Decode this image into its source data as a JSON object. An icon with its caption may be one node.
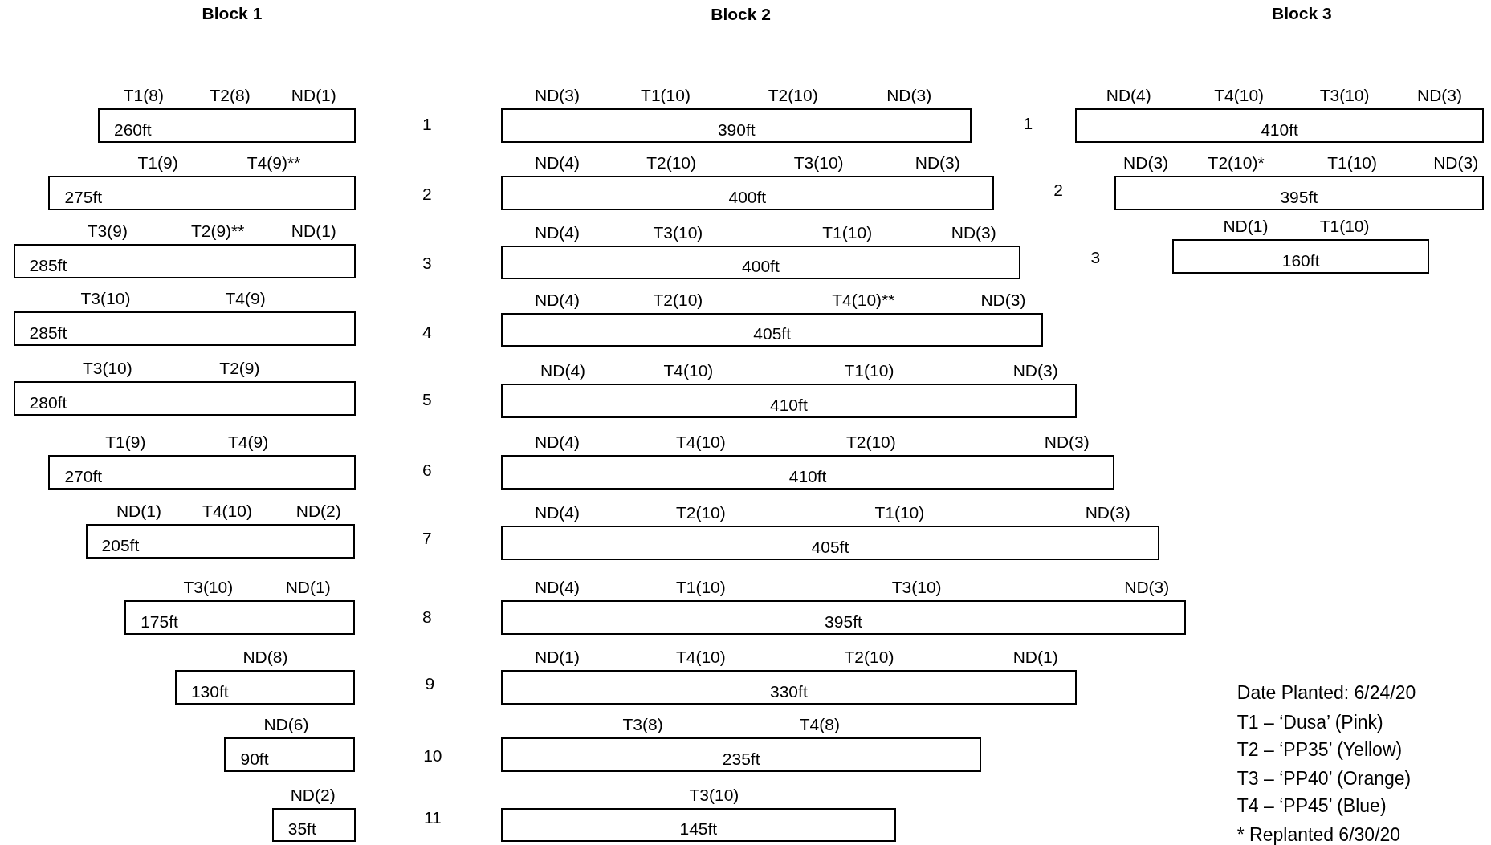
{
  "diagram": {
    "nodes": [
      {
        "text": [
          "260ft"
        ],
        "beside": [
          "T1(8)",
          "T2(8)",
          "ND(1)"
        ]
      },
      {
        "text": [
          "275ft"
        ],
        "beside": [
          "T1(9)",
          "T4(9)**"
        ]
      },
      {
        "text": [
          "285ft"
        ],
        "beside": [
          "T3(9)",
          "T2(9)**",
          "ND(1)"
        ]
      },
      {
        "text": [
          "285ft"
        ],
        "beside": [
          "T3(10)",
          "T4(9)"
        ]
      },
      {
        "text": [
          "280ft"
        ],
        "beside": [
          "T3(10)",
          "T2(9)"
        ]
      },
      {
        "text": [
          "270ft"
        ],
        "beside": [
          "T1(9)",
          "T4(9)"
        ]
      },
      {
        "text": [
          "205ft"
        ],
        "beside": [
          "ND(1)",
          "T4(10)",
          "ND(2)"
        ]
      },
      {
        "text": [
          "175ft"
        ],
        "beside": [
          "T3(10)",
          "ND(1)"
        ]
      },
      {
        "text": [
          "130ft"
        ],
        "beside": [
          "ND(8)"
        ]
      },
      {
        "text": [
          "90ft"
        ],
        "beside": [
          "ND(6)"
        ]
      },
      {
        "text": [
          "35ft"
        ],
        "beside": [
          "ND(2)"
        ]
      },
      {
        "text": [
          "390ft"
        ],
        "beside": [
          "ND(3)",
          "T1(10)",
          "T2(10)",
          "ND(3)"
        ]
      },
      {
        "text": [
          "400ft"
        ],
        "beside": [
          "ND(4)",
          "T2(10)",
          "T3(10)",
          "ND(3)"
        ]
      },
      {
        "text": [
          "400ft"
        ],
        "beside": [
          "ND(4)",
          "T3(10)",
          "T1(10)",
          "ND(3)"
        ]
      },
      {
        "text": [
          "405ft"
        ],
        "beside": [
          "ND(4)",
          "T2(10)",
          "T4(10)**",
          "ND(3)"
        ]
      },
      {
        "text": [
          "410ft"
        ],
        "beside": [
          "ND(4)",
          "T4(10)",
          "T1(10)",
          "ND(3)"
        ]
      },
      {
        "text": [
          "410ft"
        ],
        "beside": [
          "ND(4)",
          "T4(10)",
          "T2(10)",
          "ND(3)"
        ]
      },
      {
        "text": [
          "405ft"
        ],
        "beside": [
          "ND(4)",
          "T2(10)",
          "T1(10)",
          "ND(3)"
        ]
      },
      {
        "text": [
          "395ft"
        ],
        "beside": [
          "ND(4)",
          "T1(10)",
          "T3(10)",
          "ND(3)"
        ]
      },
      {
        "text": [
          "330ft"
        ],
        "beside": [
          "ND(1)",
          "T4(10)",
          "T2(10)",
          "ND(1)"
        ]
      },
      {
        "text": [
          "235ft"
        ],
        "beside": [
          "T3(8)",
          "T4(8)"
        ]
      },
      {
        "text": [
          "145ft"
        ],
        "beside": [
          "T3(10)"
        ]
      },
      {
        "text": [
          "410ft"
        ],
        "beside": [
          "ND(4)",
          "T4(10)",
          "T3(10)",
          "ND(3)"
        ]
      },
      {
        "text": [
          "395ft"
        ],
        "beside": [
          "ND(3)",
          "T2(10)*",
          "T1(10)",
          "ND(3)"
        ]
      },
      {
        "text": [
          "160ft"
        ],
        "beside": [
          "ND(1)",
          "T1(10)"
        ]
      }
    ],
    "labels": [
      "Block 1",
      "Block 2",
      "Block 3",
      "1",
      "2",
      "3",
      "4",
      "5",
      "6",
      "7",
      "8",
      "9",
      "10",
      "11",
      "1",
      "2",
      "3",
      "Date Planted: 6/24/20",
      "T1 – ‘Dusa’ (Pink)",
      "T2 – ‘PP35’ (Yellow)",
      "T3 – ‘PP40’ (Orange)",
      "T4 – ‘PP45’ (Blue)",
      "* Replanted 6/30/20"
    ]
  }
}
